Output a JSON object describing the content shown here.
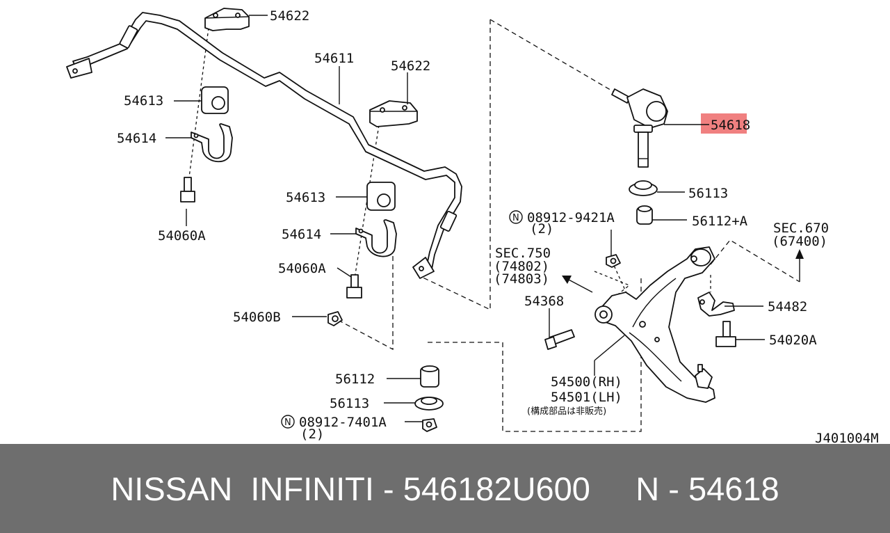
{
  "diagram": {
    "code": "J401004M",
    "labels": {
      "l54622a": "54622",
      "l54611": "54611",
      "l54622b": "54622",
      "l54613a": "54613",
      "l54614a": "54614",
      "l54060a1": "54060A",
      "l54613b": "54613",
      "l54614b": "54614",
      "l54060a2": "54060A",
      "l54060b": "54060B",
      "l54618": "54618",
      "l56113a": "56113",
      "n08912_9421a": "08912-9421A",
      "n08912_9421a_qty": "(2)",
      "l56112a": "56112+A",
      "sec670": "SEC.670",
      "sec670_ref": "(67400)",
      "sec750": "SEC.750",
      "sec750_ref1": "(74802)",
      "sec750_ref2": "(74803)",
      "l54368": "54368",
      "l54482": "54482",
      "l54020a": "54020A",
      "l54500": "54500(RH)",
      "l54501": "54501(LH)",
      "note_jp": "(構成部品は非販売)",
      "l56112b": "56112",
      "l56113b": "56113",
      "n08912_7401a": "08912-7401A",
      "n08912_7401a_qty": "(2)",
      "circle_n": "N"
    },
    "highlight_color": "#f08080"
  },
  "footer": {
    "brand": "NISSAN  INFINITI",
    "separator1": " - ",
    "part_number": "546182U600",
    "gap": "     ",
    "prefix": "N",
    "separator2": " - ",
    "ref_number": "54618"
  }
}
